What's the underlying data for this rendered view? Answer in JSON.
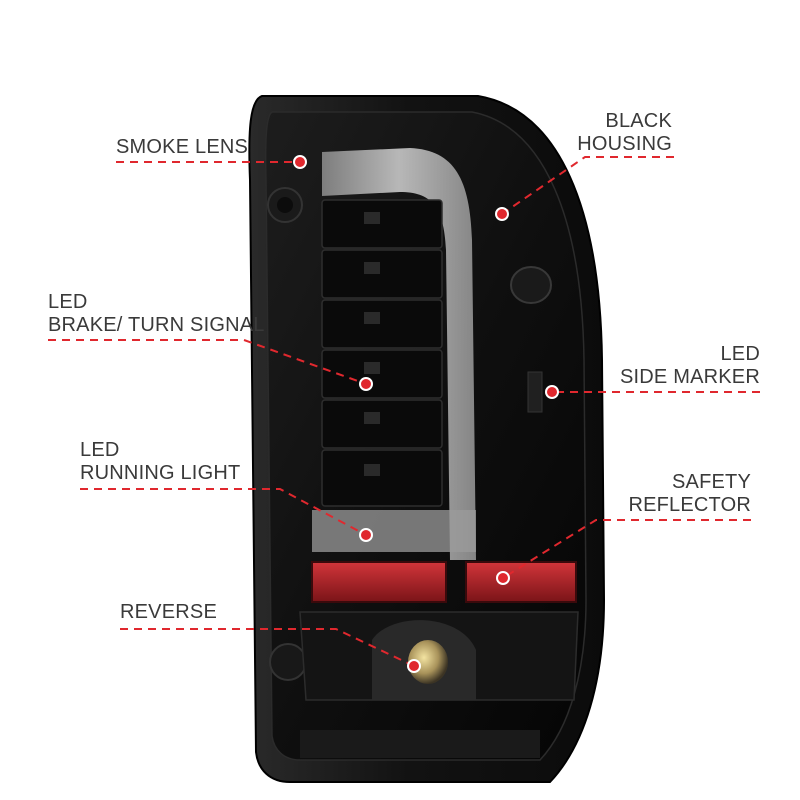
{
  "colors": {
    "callout_line": "#e0282e",
    "callout_dot": "#e0282e",
    "label_text": "#3a3a3a",
    "housing": "#141414",
    "reflector": "#b3242a",
    "light_bar": "#c7c7c7"
  },
  "callouts": {
    "smoke_lens": {
      "lines": [
        "SMOKE LENS"
      ]
    },
    "black_housing": {
      "lines": [
        "BLACK",
        "HOUSING"
      ]
    },
    "led_brake_turn": {
      "lines": [
        "LED",
        "BRAKE/ TURN SIGNAL"
      ]
    },
    "led_side_marker": {
      "lines": [
        "LED",
        "SIDE MARKER"
      ]
    },
    "led_running_light": {
      "lines": [
        "LED",
        "RUNNING LIGHT"
      ]
    },
    "safety_reflector": {
      "lines": [
        "SAFETY",
        "REFLECTOR"
      ]
    },
    "reverse": {
      "lines": [
        "REVERSE"
      ]
    }
  },
  "product": {
    "icon": "tail-light-assembly-icon"
  }
}
